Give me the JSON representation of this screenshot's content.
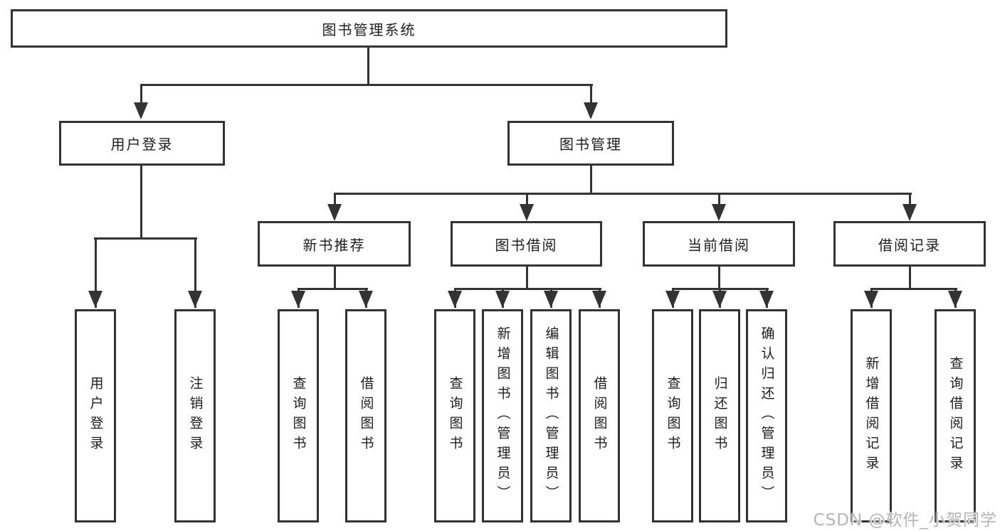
{
  "tree": {
    "root": "图书管理系统",
    "branches": [
      {
        "label": "用户登录",
        "children": [
          "用户登录",
          "注销登录"
        ]
      },
      {
        "label": "图书管理",
        "children": [
          {
            "label": "新书推荐",
            "children": [
              "查询图书",
              "借阅图书"
            ]
          },
          {
            "label": "图书借阅",
            "children": [
              "查询图书",
              "新增图书（管理员）",
              "编辑图书（管理员）",
              "借阅图书"
            ]
          },
          {
            "label": "当前借阅",
            "children": [
              "查询图书",
              "归还图书",
              "确认归还（管理员）"
            ]
          },
          {
            "label": "借阅记录",
            "children": [
              "新增借阅记录",
              "查询借阅记录"
            ]
          }
        ]
      }
    ]
  },
  "watermark": {
    "text": "CSDN @软件_小贺同学"
  },
  "colors": {
    "line": "#333333",
    "text": "#1d1d1d",
    "background": "#ffffff",
    "watermark": "#b5b5b5"
  }
}
